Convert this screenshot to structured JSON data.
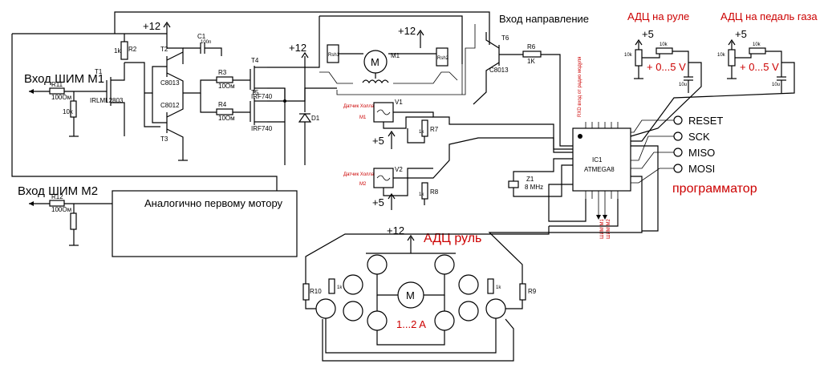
{
  "labels": {
    "pwm_m1": "Вход ШИМ М1",
    "pwm_m2": "Вход ШИМ М2",
    "direction_in": "Вход направление",
    "adc_wheel": "АДЦ на руле",
    "adc_gas": "АДЦ на педаль газа",
    "same_as_first": "Аналогично первому мотору",
    "programmer": "программатор",
    "adc_wheel_bridge": "АДЦ руль",
    "current": "1...2 A",
    "hall_1": "Датчик Холла",
    "hall_1_num": "M1",
    "hall_2": "Датчик Холла",
    "hall_2_num": "M2",
    "rxd": "RXD вход от радио модуля",
    "pwm_out1": "ШИМ М1",
    "pwm_out2": "ШИМ М2",
    "v_range_1": "+ 0...5 V",
    "v_range_2": "+ 0...5 V"
  },
  "prog_pins": [
    "RESET",
    "SCK",
    "MISO",
    "MOSI"
  ],
  "power": {
    "p12_a": "+12",
    "p12_b": "+12",
    "p12_c": "+12",
    "p12_d": "+12",
    "p5_a": "+5",
    "p5_b": "+5",
    "p5_c": "+5",
    "p5_d": "+5"
  },
  "components": {
    "T1": "T1",
    "T1_type": "IRLML2803",
    "T2": "T2",
    "T2_type": "C8013",
    "T3": "T3",
    "T3_type": "C8012",
    "T4": "T4",
    "T4_type": "IRF740",
    "T5": "T5",
    "T5_type": "IRF740",
    "T6": "T6",
    "T6_type": "C8013",
    "C1": "C1",
    "C1_val": "100n",
    "R1": "R11",
    "R1_val": "100Ом",
    "R2": "R2",
    "R2_val": "1k",
    "R3": "R3",
    "R3_val": "10Ом",
    "R4": "R4",
    "R4_val": "10Ом",
    "R6": "R6",
    "R6_val": "1K",
    "R7": "R7",
    "R7_val": "1K",
    "R8": "R8",
    "R8_val": "1K",
    "R9": "R9",
    "R10": "R10",
    "R12": "R12",
    "R12_val": "100Ом",
    "Rsh1": "Rsh1",
    "Rsh2": "Rsh2",
    "M1": "M1",
    "M": "M",
    "D1": "D1",
    "V1": "V1",
    "V2": "V2",
    "IC1": "IC1",
    "IC1_type": "ATMEGA8",
    "Z1": "Z1",
    "Z1_val": "8 MHz",
    "pot_val_1": "10k",
    "pot_val_2": "10k",
    "r_val_10k_1": "10k",
    "r_val_10k_2": "10k",
    "cap_val_1": "10u",
    "cap_val_2": "10u",
    "r_1k_a": "1k",
    "r_1k_b": "1k",
    "r_10k_left": "10k",
    "r_1k_right": "1k",
    "r_1k_left": "1k"
  }
}
